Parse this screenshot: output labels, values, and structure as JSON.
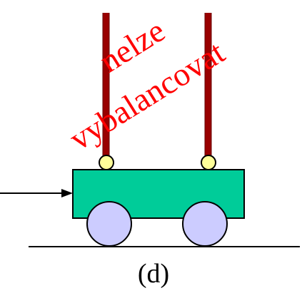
{
  "figure": {
    "caption": "(d)",
    "stamp_line1": "nelze",
    "stamp_line2": "vybalancovat"
  },
  "colors": {
    "background": "#ffffff",
    "pole": "#990000",
    "pole_edge": "#660000",
    "joint": "#ffff99",
    "cart": "#00cc99",
    "wheel": "#ccccff",
    "ground": "#000000",
    "force_arrow": "#000000",
    "stamp_text": "#ff0000",
    "caption_text": "#000000"
  }
}
